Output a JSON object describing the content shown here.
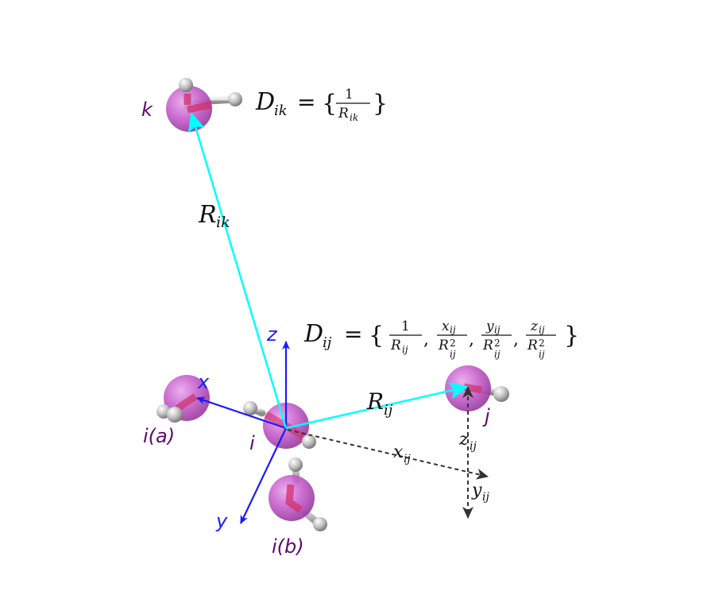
{
  "diagram": {
    "molecules": [
      {
        "id": "k",
        "label": "k"
      },
      {
        "id": "i_a",
        "label": "i(a)"
      },
      {
        "id": "i",
        "label": "i"
      },
      {
        "id": "i_b",
        "label": "i(b)"
      },
      {
        "id": "j",
        "label": "j"
      }
    ],
    "axes": {
      "x": "x",
      "y": "y",
      "z": "z"
    },
    "vectors": {
      "R_ik": {
        "base": "R",
        "sub": "ik"
      },
      "R_ij": {
        "base": "R",
        "sub": "ij"
      }
    },
    "components": {
      "x_ij": {
        "base": "x",
        "sub": "ij"
      },
      "y_ij": {
        "base": "y",
        "sub": "ij"
      },
      "z_ij": {
        "base": "z",
        "sub": "ij"
      }
    },
    "equations": {
      "D_ik": {
        "lhs_base": "D",
        "lhs_sub": "ik",
        "eq": "=",
        "open": "{",
        "close": "}",
        "terms": [
          {
            "num": "1",
            "den_base": "R",
            "den_sub": "ik",
            "den_sup": ""
          }
        ]
      },
      "D_ij": {
        "lhs_base": "D",
        "lhs_sub": "ij",
        "eq": "=",
        "open": "{",
        "close": "}",
        "terms": [
          {
            "num_base": "1",
            "num_sub": "",
            "den_base": "R",
            "den_sub": "ij",
            "den_sup": ""
          },
          {
            "num_base": "x",
            "num_sub": "ij",
            "den_base": "R",
            "den_sub": "ij",
            "den_sup": "2"
          },
          {
            "num_base": "y",
            "num_sub": "ij",
            "den_base": "R",
            "den_sub": "ij",
            "den_sup": "2"
          },
          {
            "num_base": "z",
            "num_sub": "ij",
            "den_base": "R",
            "den_sub": "ij",
            "den_sup": "2"
          }
        ]
      }
    },
    "colors": {
      "oxygen_sphere": "#c25bc8",
      "bond": "#d0306a",
      "hydrogen": "#c8c8c8",
      "axis_arrow": "#1a1aff",
      "neighbor_vector": "#00ffff",
      "component_dashed": "#333333",
      "atom_label": "#5a0a6e"
    }
  },
  "comma": ","
}
